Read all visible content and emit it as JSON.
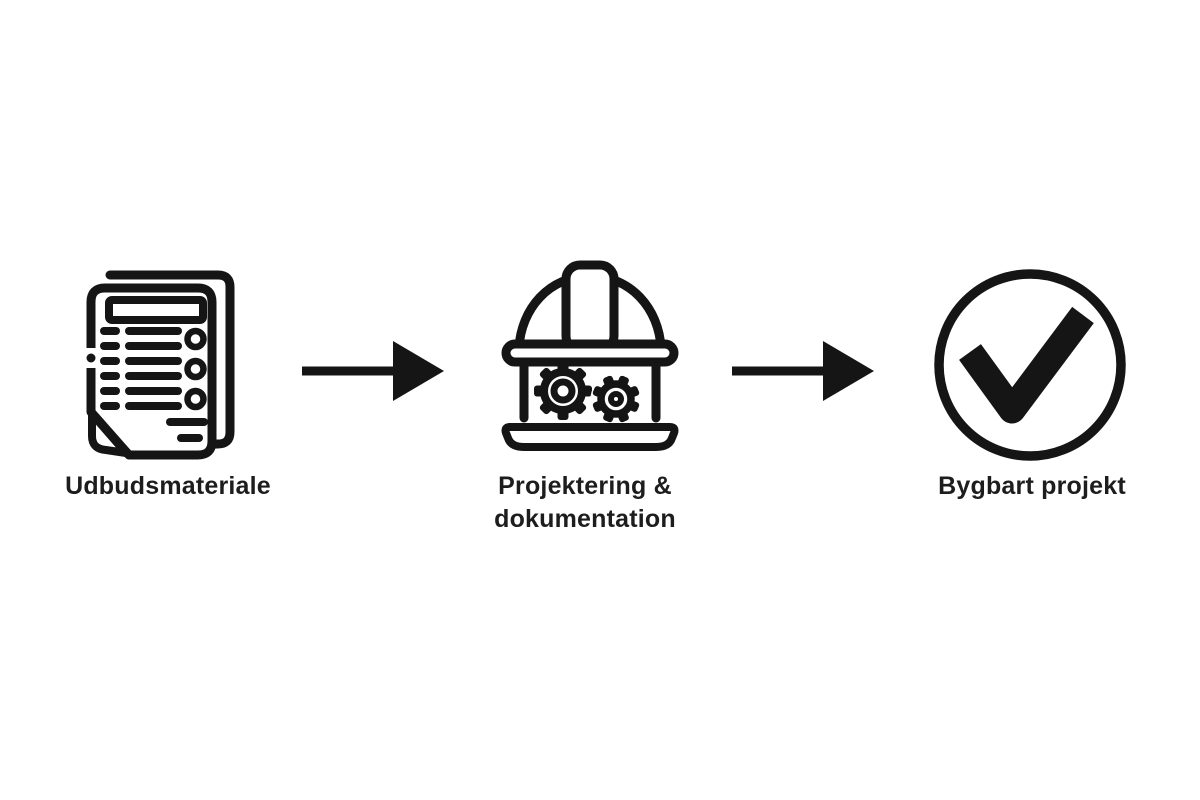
{
  "page": {
    "background_color": "#ffffff"
  },
  "colors": {
    "icon": "#151515",
    "text": "#1d1d1d"
  },
  "diagram": {
    "type": "process-flow",
    "direction": "left-to-right",
    "steps": [
      {
        "id": 1,
        "icon": "tender-document-icon",
        "label": "Udbudsmateriale"
      },
      {
        "id": 2,
        "icon": "hardhat-gears-icon",
        "label": "Projektering & dokumentation"
      },
      {
        "id": 3,
        "icon": "checkmark-circle-icon",
        "label": "Bygbart projekt"
      }
    ],
    "connectors": [
      {
        "from": 1,
        "to": 2,
        "type": "arrow-right"
      },
      {
        "from": 2,
        "to": 3,
        "type": "arrow-right"
      }
    ]
  }
}
